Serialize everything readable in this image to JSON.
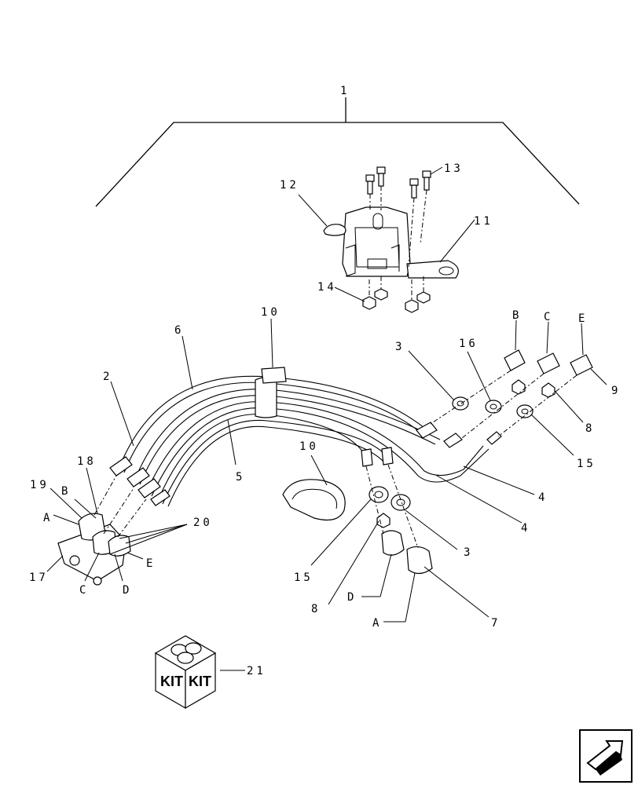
{
  "diagram": {
    "callouts": {
      "c1": "1",
      "c2": "2",
      "c3a": "3",
      "c3b": "3",
      "c4a": "4",
      "c4b": "4",
      "c5": "5",
      "c6": "6",
      "c7": "7",
      "c8a": "8",
      "c8b": "8",
      "c9": "9",
      "c10a": "10",
      "c10b": "10",
      "c11": "11",
      "c12": "12",
      "c13": "13",
      "c14": "14",
      "c15a": "15",
      "c15b": "15",
      "c16": "16",
      "c17": "17",
      "c18": "18",
      "c19": "19",
      "c20": "20",
      "c21": "21",
      "lA1": "A",
      "lB1": "B",
      "lC1": "C",
      "lD1": "D",
      "lE1": "E",
      "lB2": "B",
      "lC2": "C",
      "lE2": "E",
      "lD2": "D",
      "lA2": "A"
    },
    "kit_box": {
      "face_left": "KIT",
      "face_right": "KIT"
    },
    "nav_icon": "next-page-arrow-icon"
  }
}
